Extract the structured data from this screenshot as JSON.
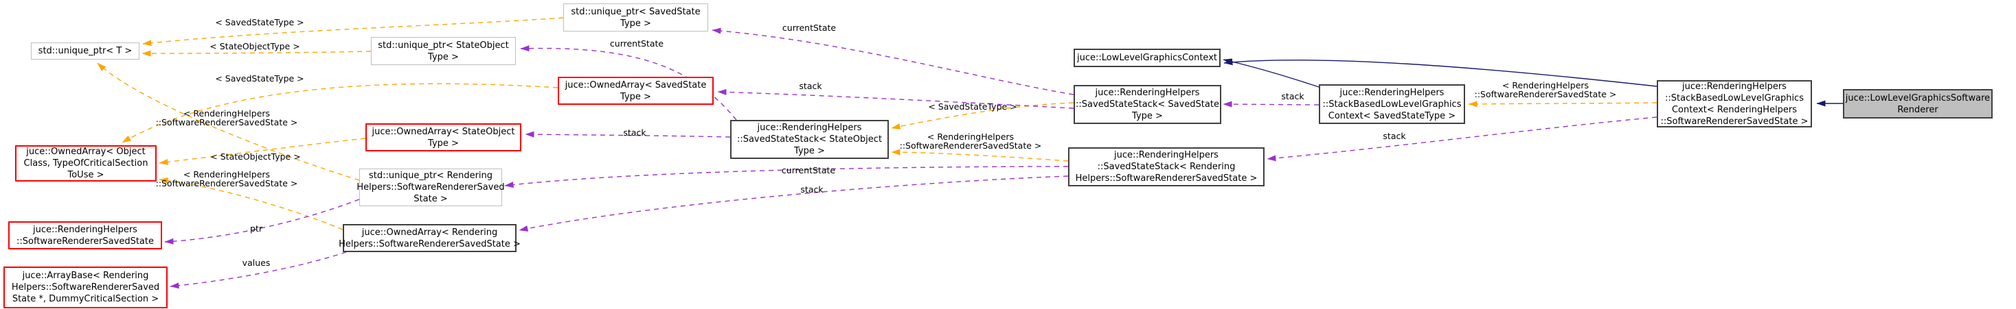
{
  "diagram": {
    "kind": "collaboration-graph",
    "colors": {
      "template_relation": "#ffa500",
      "usage_relation": "#9932cc",
      "inheritance": "#191970",
      "node_border": "#404040",
      "node_border_truncated": "#ff0000",
      "node_border_external": "#bfbfbf",
      "main_node_fill": "#bfbfbf"
    },
    "nodes": {
      "uptr_t": {
        "lines": [
          "std::unique_ptr< T >"
        ]
      },
      "uptr_saved": {
        "lines": [
          "std::unique_ptr< SavedState",
          "Type >"
        ]
      },
      "uptr_stateobj": {
        "lines": [
          "std::unique_ptr< StateObject",
          "Type >"
        ]
      },
      "uptr_rh": {
        "lines": [
          "std::unique_ptr< Rendering",
          "Helpers::SoftwareRendererSaved",
          "State >"
        ]
      },
      "oa_saved": {
        "lines": [
          "juce::OwnedArray< SavedState",
          "Type >"
        ]
      },
      "oa_stateobj": {
        "lines": [
          "juce::OwnedArray< StateObject",
          "Type >"
        ]
      },
      "oa_rh": {
        "lines": [
          "juce::OwnedArray< Rendering",
          "Helpers::SoftwareRendererSavedState >"
        ]
      },
      "oa_object": {
        "lines": [
          "juce::OwnedArray< Object",
          "Class, TypeOfCriticalSection",
          "ToUse >"
        ]
      },
      "rh_savedstate": {
        "lines": [
          "juce::RenderingHelpers",
          "::SoftwareRendererSavedState"
        ]
      },
      "arraybase": {
        "lines": [
          "juce::ArrayBase< Rendering",
          "Helpers::SoftwareRendererSaved",
          "State *, DummyCriticalSection >"
        ]
      },
      "llgc": {
        "lines": [
          "juce::LowLevelGraphicsContext"
        ]
      },
      "sss_stateobj": {
        "lines": [
          "juce::RenderingHelpers",
          "::SavedStateStack< StateObject",
          "Type >"
        ]
      },
      "sss_saved": {
        "lines": [
          "juce::RenderingHelpers",
          "::SavedStateStack< SavedState",
          "Type >"
        ]
      },
      "sss_rh": {
        "lines": [
          "juce::RenderingHelpers",
          "::SavedStateStack< Rendering",
          "Helpers::SoftwareRendererSavedState >"
        ]
      },
      "sb_saved": {
        "lines": [
          "juce::RenderingHelpers",
          "::StackBasedLowLevelGraphics",
          "Context< SavedStateType >"
        ]
      },
      "sb_rh": {
        "lines": [
          "juce::RenderingHelpers",
          "::StackBasedLowLevelGraphics",
          "Context< RenderingHelpers",
          "::SoftwareRendererSavedState >"
        ]
      },
      "main": {
        "lines": [
          "juce::LowLevelGraphicsSoftware",
          "Renderer"
        ]
      }
    },
    "edge_labels": {
      "tpl_saved_1": "< SavedStateType >",
      "tpl_stateobj_1": "< StateObjectType >",
      "tpl_saved_2": "< SavedStateType >",
      "tpl_rh_1a": "< RenderingHelpers",
      "tpl_rh_1b": "::SoftwareRendererSavedState >",
      "tpl_stateobj_2": "< StateObjectType >",
      "tpl_rh_2a": "< RenderingHelpers",
      "tpl_rh_2b": "::SoftwareRendererSavedState >",
      "tpl_saved_3": "< SavedStateType >",
      "tpl_rh_3a": "< RenderingHelpers",
      "tpl_rh_3b": "::SoftwareRendererSavedState >",
      "tpl_rh_4a": "< RenderingHelpers",
      "tpl_rh_4b": "::SoftwareRendererSavedState >",
      "m_currentstate_1": "currentState",
      "m_currentstate_2": "currentState",
      "m_currentstate_3": "currentState",
      "m_stack_1": "stack",
      "m_stack_2": "stack",
      "m_stack_3": "stack",
      "m_stack_4": "stack",
      "m_ptr": "ptr",
      "m_values": "values"
    },
    "edges": [
      {
        "from": "uptr_saved",
        "to": "uptr_t",
        "kind": "template",
        "label": "< SavedStateType >"
      },
      {
        "from": "uptr_stateobj",
        "to": "uptr_t",
        "kind": "template",
        "label": "< StateObjectType >"
      },
      {
        "from": "uptr_rh",
        "to": "uptr_t",
        "kind": "template",
        "label": "< RenderingHelpers::SoftwareRendererSavedState >"
      },
      {
        "from": "oa_saved",
        "to": "oa_object",
        "kind": "template",
        "label": "< SavedStateType >"
      },
      {
        "from": "oa_stateobj",
        "to": "oa_object",
        "kind": "template",
        "label": "< StateObjectType >"
      },
      {
        "from": "oa_rh",
        "to": "oa_object",
        "kind": "template",
        "label": "< RenderingHelpers::SoftwareRendererSavedState >"
      },
      {
        "from": "sss_saved",
        "to": "sss_stateobj",
        "kind": "template",
        "label": "< SavedStateType >"
      },
      {
        "from": "sss_rh",
        "to": "sss_stateobj",
        "kind": "template",
        "label": "< RenderingHelpers::SoftwareRendererSavedState >"
      },
      {
        "from": "sb_rh",
        "to": "sb_saved",
        "kind": "template",
        "label": "< RenderingHelpers::SoftwareRendererSavedState >"
      },
      {
        "from": "sss_saved",
        "to": "uptr_saved",
        "kind": "usage",
        "label": "currentState"
      },
      {
        "from": "sss_saved",
        "to": "oa_saved",
        "kind": "usage",
        "label": "stack"
      },
      {
        "from": "sss_stateobj",
        "to": "uptr_stateobj",
        "kind": "usage",
        "label": "currentState"
      },
      {
        "from": "sss_stateobj",
        "to": "oa_stateobj",
        "kind": "usage",
        "label": "stack"
      },
      {
        "from": "sss_rh",
        "to": "uptr_rh",
        "kind": "usage",
        "label": "currentState"
      },
      {
        "from": "sss_rh",
        "to": "oa_rh",
        "kind": "usage",
        "label": "stack"
      },
      {
        "from": "sb_saved",
        "to": "sss_saved",
        "kind": "usage",
        "label": "stack"
      },
      {
        "from": "sb_rh",
        "to": "sss_rh",
        "kind": "usage",
        "label": "stack"
      },
      {
        "from": "uptr_rh",
        "to": "rh_savedstate",
        "kind": "usage",
        "label": "ptr"
      },
      {
        "from": "oa_rh",
        "to": "arraybase",
        "kind": "usage",
        "label": "values"
      },
      {
        "from": "sb_saved",
        "to": "llgc",
        "kind": "inheritance"
      },
      {
        "from": "sb_rh",
        "to": "llgc",
        "kind": "inheritance"
      },
      {
        "from": "main",
        "to": "sb_rh",
        "kind": "inheritance"
      }
    ]
  }
}
